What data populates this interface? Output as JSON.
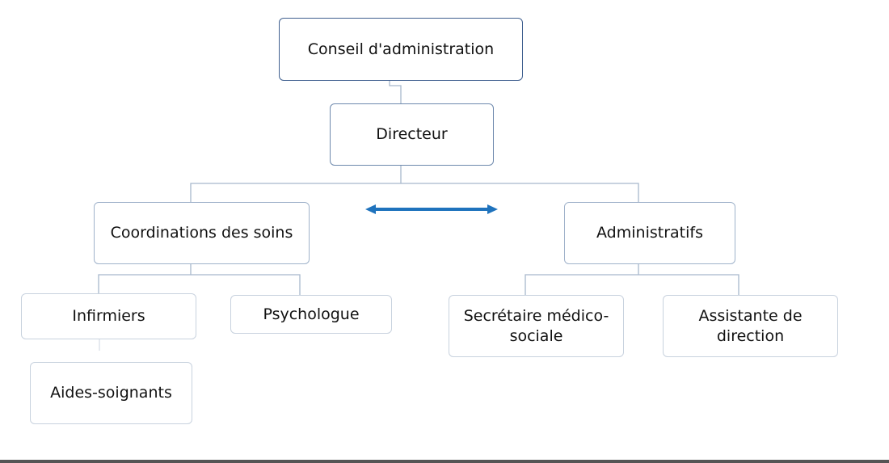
{
  "org_chart": {
    "board": "Conseil d'administration",
    "director": "Directeur",
    "care_coordination": "Coordinations des soins",
    "administrative": "Administratifs",
    "nurses": "Infirmiers",
    "psychologist": "Psychologue",
    "care_aides": "Aides-soignants",
    "medical_social_secretary": "Secrétaire médico-\nsociale",
    "executive_assistant": "Assistante de\ndirection"
  },
  "colors": {
    "arrow": "#1f73bd",
    "connector": "#a8b8cc"
  }
}
